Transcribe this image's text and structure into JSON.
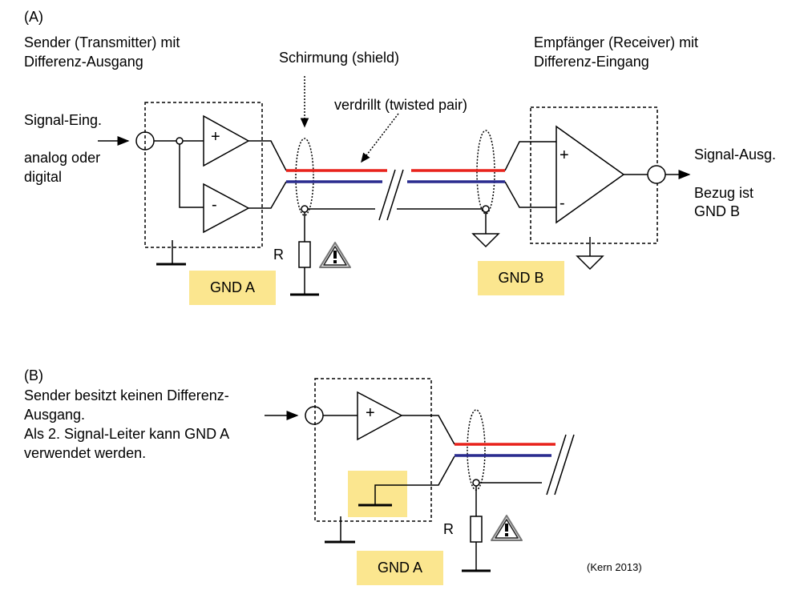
{
  "section_a": {
    "label": "(A)",
    "sender_line1": "Sender (Transmitter) mit",
    "sender_line2": "Differenz-Ausgang",
    "receiver_line1": "Empfänger (Receiver) mit",
    "receiver_line2": "Differenz-Eingang",
    "shield": "Schirmung (shield)",
    "twisted": "verdrillt (twisted pair)",
    "signal_in": "Signal-Eing.",
    "analog_line1": "analog oder",
    "analog_line2": "digital",
    "signal_out": "Signal-Ausg.",
    "ref_line1": "Bezug ist",
    "ref_line2": "GND B",
    "resistor": "R",
    "gnd_a": "GND A",
    "gnd_b": "GND B",
    "plus": "+",
    "minus": "-"
  },
  "section_b": {
    "label": "(B)",
    "line1": "Sender besitzt keinen Differenz-",
    "line2": "Ausgang.",
    "line3": "Als 2. Signal-Leiter kann GND A",
    "line4": "verwendet werden.",
    "resistor": "R",
    "gnd_a": "GND A",
    "plus": "+"
  },
  "citation": "(Kern 2013)",
  "icons": {
    "warning": "warning-triangle-icon",
    "ground": "ground-symbol-icon"
  },
  "colors": {
    "signal_red": "#e8231c",
    "signal_blue": "#2a2c8f",
    "gnd_highlight": "#fbe68f"
  }
}
